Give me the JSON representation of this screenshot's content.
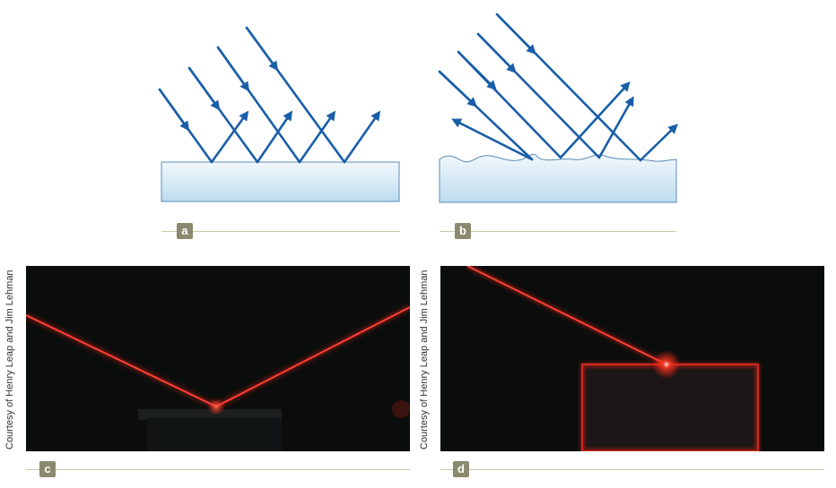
{
  "panels": {
    "a": {
      "label": "a"
    },
    "b": {
      "label": "b"
    },
    "c": {
      "label": "c"
    },
    "d": {
      "label": "d"
    }
  },
  "credits": {
    "left": "Courtesy of Henry Leap and Jim Lehman",
    "right": "Courtesy of Henry Leap and Jim Lehman"
  },
  "colors": {
    "ray": "#1a5ea8",
    "surface_top": "#f2f8fc",
    "surface_bottom": "#bcdcee",
    "surface_edge": "#5b8db5",
    "tag": "#8a8a6e",
    "rule": "#c9c7a8",
    "laser": "#ff2a1e",
    "photo_bg": "#0b0d0d"
  }
}
